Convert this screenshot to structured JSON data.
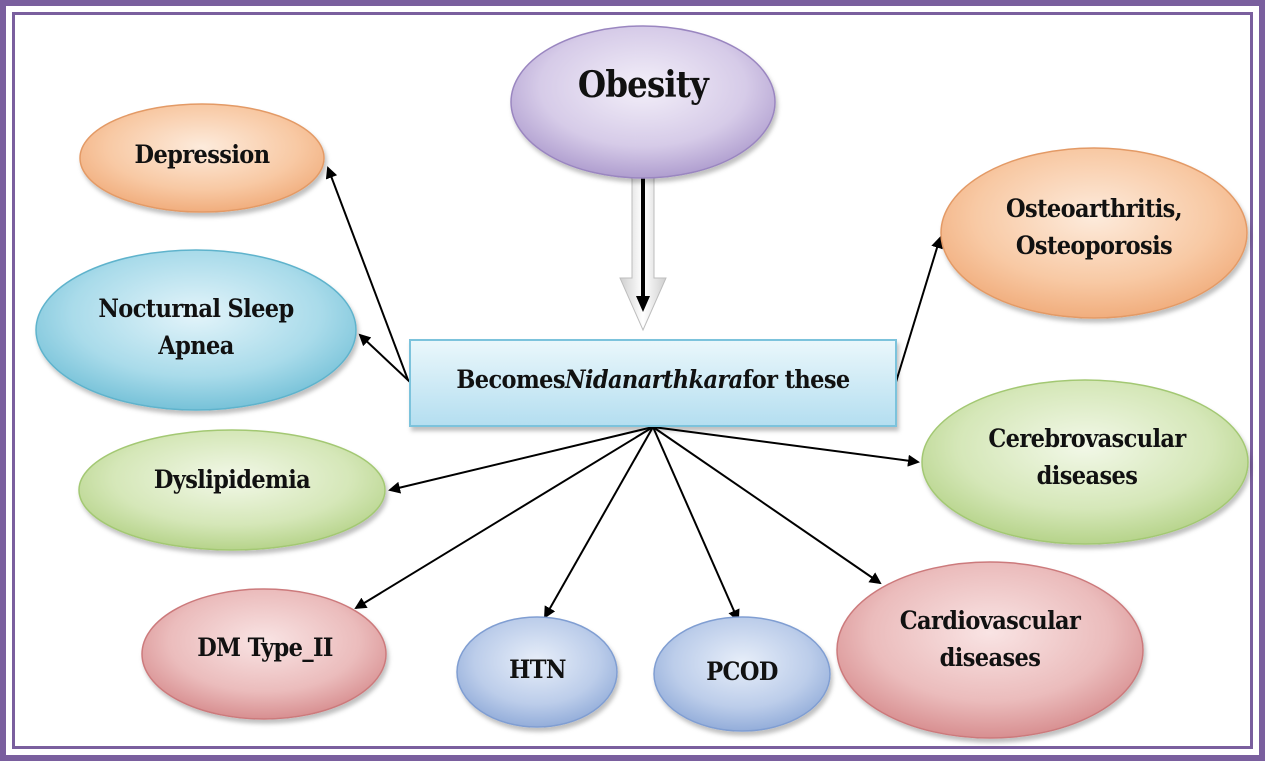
{
  "title": "Obesity",
  "center_box": {
    "prefix": "Becomes ",
    "term": "Nidanarthkara",
    "suffix": " for these"
  },
  "nodes": {
    "depression": "Depression",
    "sleep_apnea_line1": "Nocturnal Sleep",
    "sleep_apnea_line2": "Apnea",
    "dyslipidemia": "Dyslipidemia",
    "dm_type2": "DM Type_II",
    "htn": "HTN",
    "pcod": "PCOD",
    "cardiovascular_line1": "Cardiovascular",
    "cardiovascular_line2": "diseases",
    "cerebrovascular_line1": "Cerebrovascular",
    "cerebrovascular_line2": "diseases",
    "osteo_line1": "Osteoarthritis,",
    "osteo_line2": "Osteoporosis"
  },
  "colors": {
    "frame": "#7a5f9e",
    "purple": "#c3b2dd",
    "orange": "#f5b98d",
    "blue": "#8fcde0",
    "green": "#c7dea3",
    "red": "#e3a3a5",
    "light_blue": "#a7bee0",
    "box": "#c9e8f2"
  }
}
